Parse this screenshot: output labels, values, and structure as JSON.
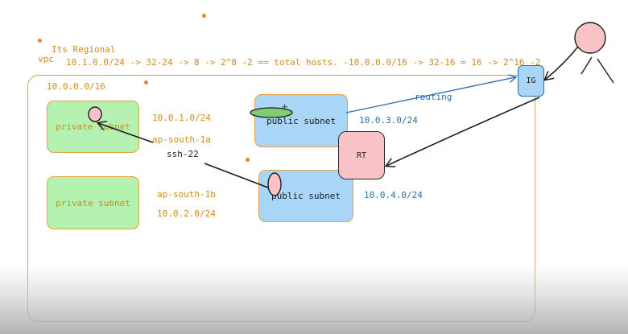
{
  "notes": {
    "regional": "Its Regional",
    "vpc_label": "vpc",
    "calc": "10.1.0.0/24 -> 32-24 -> 8 -> 2^8 -2 == total hosts. -10.0.0.0/16 -> 32-16 = 16 -> 2^16 -2"
  },
  "vpc": {
    "cidr": "10.0.0.0/16"
  },
  "subnets": {
    "private_1": {
      "label": "private subnet",
      "cidr": "10.0.1.0/24",
      "az": "ap-south-1a"
    },
    "private_2": {
      "label": "private subnet",
      "cidr": "10.0.2.0/24",
      "az": "ap-south-1b"
    },
    "public_1": {
      "label": "public subnet",
      "cidr": "10.0.3.0/24"
    },
    "public_2": {
      "label": "public subnet",
      "cidr": "10.0.4.0/24"
    }
  },
  "route_table": {
    "label": "RT"
  },
  "internet_gateway": {
    "label": "IG"
  },
  "connections": {
    "ssh_label": "ssh-22",
    "routing_label": "routing"
  },
  "cursor": {
    "glyph": "✛"
  },
  "colors": {
    "orange": "#e8a23a",
    "blue": "#2a6fb0",
    "green_fill": "#b5f1b0",
    "blue_fill": "#a9d6f7",
    "pink_fill": "#f8c2c6"
  }
}
